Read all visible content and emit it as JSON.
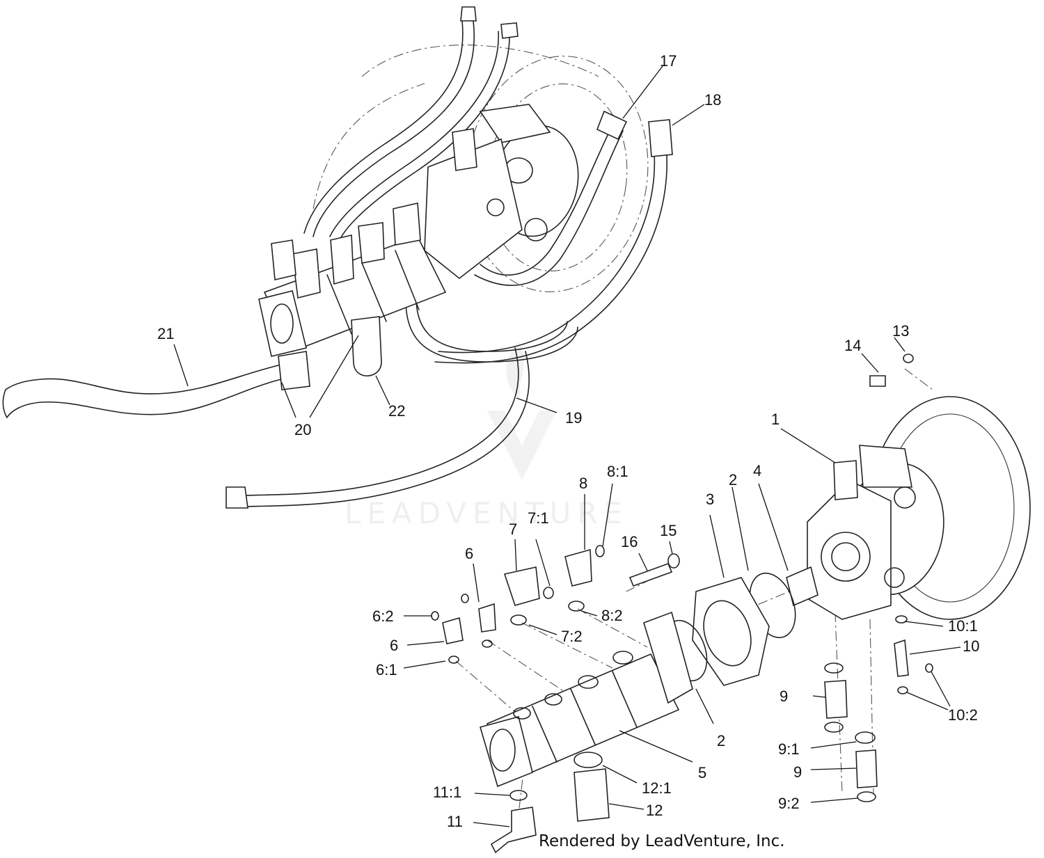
{
  "watermark": {
    "text": "LEADVENTURE"
  },
  "credit": "Rendered by LeadVenture, Inc.",
  "callouts": [
    "1",
    "2",
    "2",
    "3",
    "4",
    "5",
    "6",
    "6",
    "6:1",
    "6:2",
    "7",
    "7:1",
    "7:2",
    "8",
    "8:1",
    "8:2",
    "9",
    "9",
    "9:1",
    "9:2",
    "10",
    "10:1",
    "10:2",
    "11",
    "11:1",
    "12",
    "12:1",
    "13",
    "14",
    "15",
    "16",
    "17",
    "18",
    "19",
    "20",
    "21",
    "22"
  ]
}
